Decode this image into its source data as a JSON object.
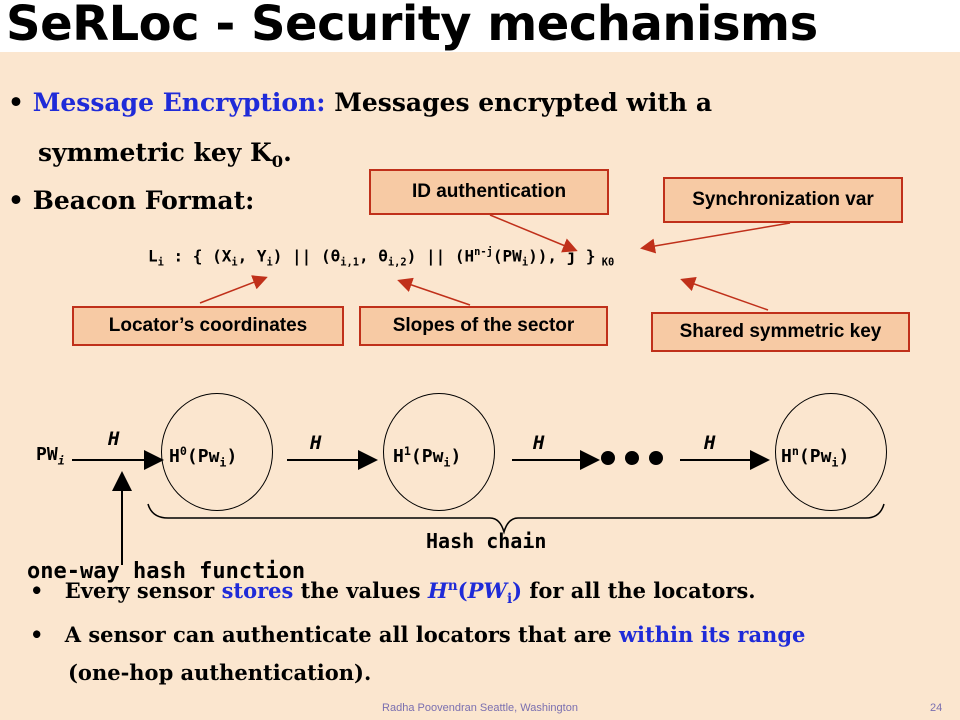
{
  "title": "SeRLoc - Security mechanisms",
  "bullet1": {
    "prefix": "Message Encryption:",
    "text": " Messages encrypted with a",
    "line2": "symmetric key K",
    "line2_sub": "0",
    "line2_end": "."
  },
  "bullet2": {
    "text": "Beacon Format:"
  },
  "formula": {
    "L": "L",
    "i": "i",
    "part1": " : { (X",
    "part2": ", Y",
    "part3": ") || (θ",
    "sub_i1": "i,1",
    "part4": ", θ",
    "sub_i2": "i,2",
    "part5": ") || (H",
    "sup_nj": "n-j",
    "part6": "(PW",
    "part7": ")), j }",
    "sub_k0": " K0"
  },
  "labels": {
    "id_auth": "ID authentication",
    "sync_var": "Synchronization var",
    "locator_coords": "Locator’s coordinates",
    "slopes": "Slopes of the sector",
    "shared_key": "Shared symmetric key"
  },
  "hash_chain": {
    "pw": "PW",
    "pw_sub": "i",
    "h": "H",
    "node0": {
      "base": "H",
      "sup": "0",
      "mid": "(Pw",
      "sub": "i",
      "end": ")"
    },
    "node1": {
      "base": "H",
      "sup": "1",
      "mid": "(Pw",
      "sub": "i",
      "end": ")"
    },
    "noden": {
      "base": "H",
      "sup": "n",
      "mid": "(Pw",
      "sub": "i",
      "end": ")"
    },
    "brace_label": "Hash chain",
    "one_way": "one-way hash function"
  },
  "bottom": {
    "b1_pre": "Every sensor ",
    "b1_blue": "stores",
    "b1_mid": " the values ",
    "b1_h": "H",
    "b1_sup": "n",
    "b1_open": "(",
    "b1_pw": "PW",
    "b1_sub": "i",
    "b1_close": ")",
    "b1_end": " for all the locators.",
    "b2_pre": "A sensor can authenticate all locators that are ",
    "b2_blue": "within its range",
    "b2_line2": "(one-hop authentication)."
  },
  "footer": "Radha Poovendran   Seattle,  Washington",
  "page_number": "24",
  "colors": {
    "accent_blue": "#1f2bd8",
    "box_fill": "#f7caa4",
    "box_border": "#c0301a",
    "arrow": "#c0301a",
    "background": "#fbe6cf"
  }
}
